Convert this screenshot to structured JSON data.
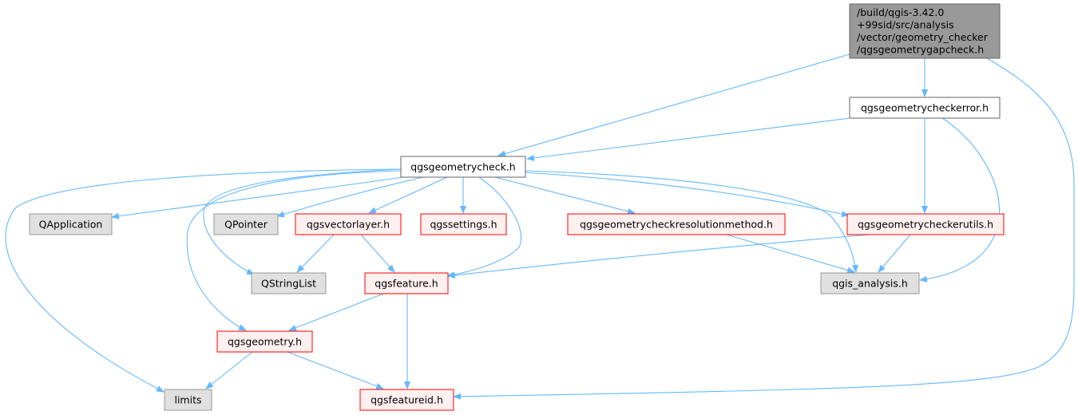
{
  "colors": {
    "edge": "#63b8ff",
    "root_fill": "#999999",
    "root_stroke": "#666666",
    "plain_fill": "#ffffff",
    "plain_stroke": "#666666",
    "red_fill": "#fff0f0",
    "red_stroke": "#ff0000",
    "gray_fill": "#e0e0e0",
    "gray_stroke": "#999999"
  },
  "nodes": [
    {
      "id": "root",
      "style": "root",
      "lines": [
        "/build/qgis-3.42.0",
        "+99sid/src/analysis",
        "/vector/geometry_checker",
        "/qgsgeometrygapcheck.h"
      ]
    },
    {
      "id": "checkerror",
      "style": "plain",
      "lines": [
        "qgsgeometrycheckerror.h"
      ]
    },
    {
      "id": "check",
      "style": "plain",
      "lines": [
        "qgsgeometrycheck.h"
      ]
    },
    {
      "id": "qapplication",
      "style": "gray",
      "lines": [
        "QApplication"
      ]
    },
    {
      "id": "qpointer",
      "style": "gray",
      "lines": [
        "QPointer"
      ]
    },
    {
      "id": "vectorlayer",
      "style": "red",
      "lines": [
        "qgsvectorlayer.h"
      ]
    },
    {
      "id": "settings",
      "style": "red",
      "lines": [
        "qgssettings.h"
      ]
    },
    {
      "id": "resolution",
      "style": "red",
      "lines": [
        "qgsgeometrycheckresolutionmethod.h"
      ]
    },
    {
      "id": "checkerutils",
      "style": "red",
      "lines": [
        "qgsgeometrycheckerutils.h"
      ]
    },
    {
      "id": "qstringlist",
      "style": "gray",
      "lines": [
        "QStringList"
      ]
    },
    {
      "id": "feature",
      "style": "red",
      "lines": [
        "qgsfeature.h"
      ]
    },
    {
      "id": "analysis",
      "style": "gray",
      "lines": [
        "qgis_analysis.h"
      ]
    },
    {
      "id": "geometry",
      "style": "red",
      "lines": [
        "qgsgeometry.h"
      ]
    },
    {
      "id": "limits",
      "style": "gray",
      "lines": [
        "limits"
      ]
    },
    {
      "id": "featureid",
      "style": "red",
      "lines": [
        "qgsfeatureid.h"
      ]
    }
  ],
  "edges": [
    {
      "from": "root",
      "to": "checkerror"
    },
    {
      "from": "root",
      "to": "check"
    },
    {
      "from": "root",
      "to": "featureid"
    },
    {
      "from": "checkerror",
      "to": "check"
    },
    {
      "from": "checkerror",
      "to": "checkerutils"
    },
    {
      "from": "checkerror",
      "to": "analysis"
    },
    {
      "from": "check",
      "to": "qapplication"
    },
    {
      "from": "check",
      "to": "qpointer"
    },
    {
      "from": "check",
      "to": "vectorlayer"
    },
    {
      "from": "check",
      "to": "settings"
    },
    {
      "from": "check",
      "to": "resolution"
    },
    {
      "from": "check",
      "to": "checkerutils"
    },
    {
      "from": "check",
      "to": "qstringlist"
    },
    {
      "from": "check",
      "to": "feature"
    },
    {
      "from": "check",
      "to": "analysis"
    },
    {
      "from": "check",
      "to": "geometry"
    },
    {
      "from": "check",
      "to": "limits"
    },
    {
      "from": "vectorlayer",
      "to": "qstringlist"
    },
    {
      "from": "vectorlayer",
      "to": "feature"
    },
    {
      "from": "resolution",
      "to": "analysis"
    },
    {
      "from": "checkerutils",
      "to": "feature"
    },
    {
      "from": "checkerutils",
      "to": "analysis"
    },
    {
      "from": "feature",
      "to": "geometry"
    },
    {
      "from": "feature",
      "to": "featureid"
    },
    {
      "from": "geometry",
      "to": "limits"
    },
    {
      "from": "geometry",
      "to": "featureid"
    }
  ]
}
